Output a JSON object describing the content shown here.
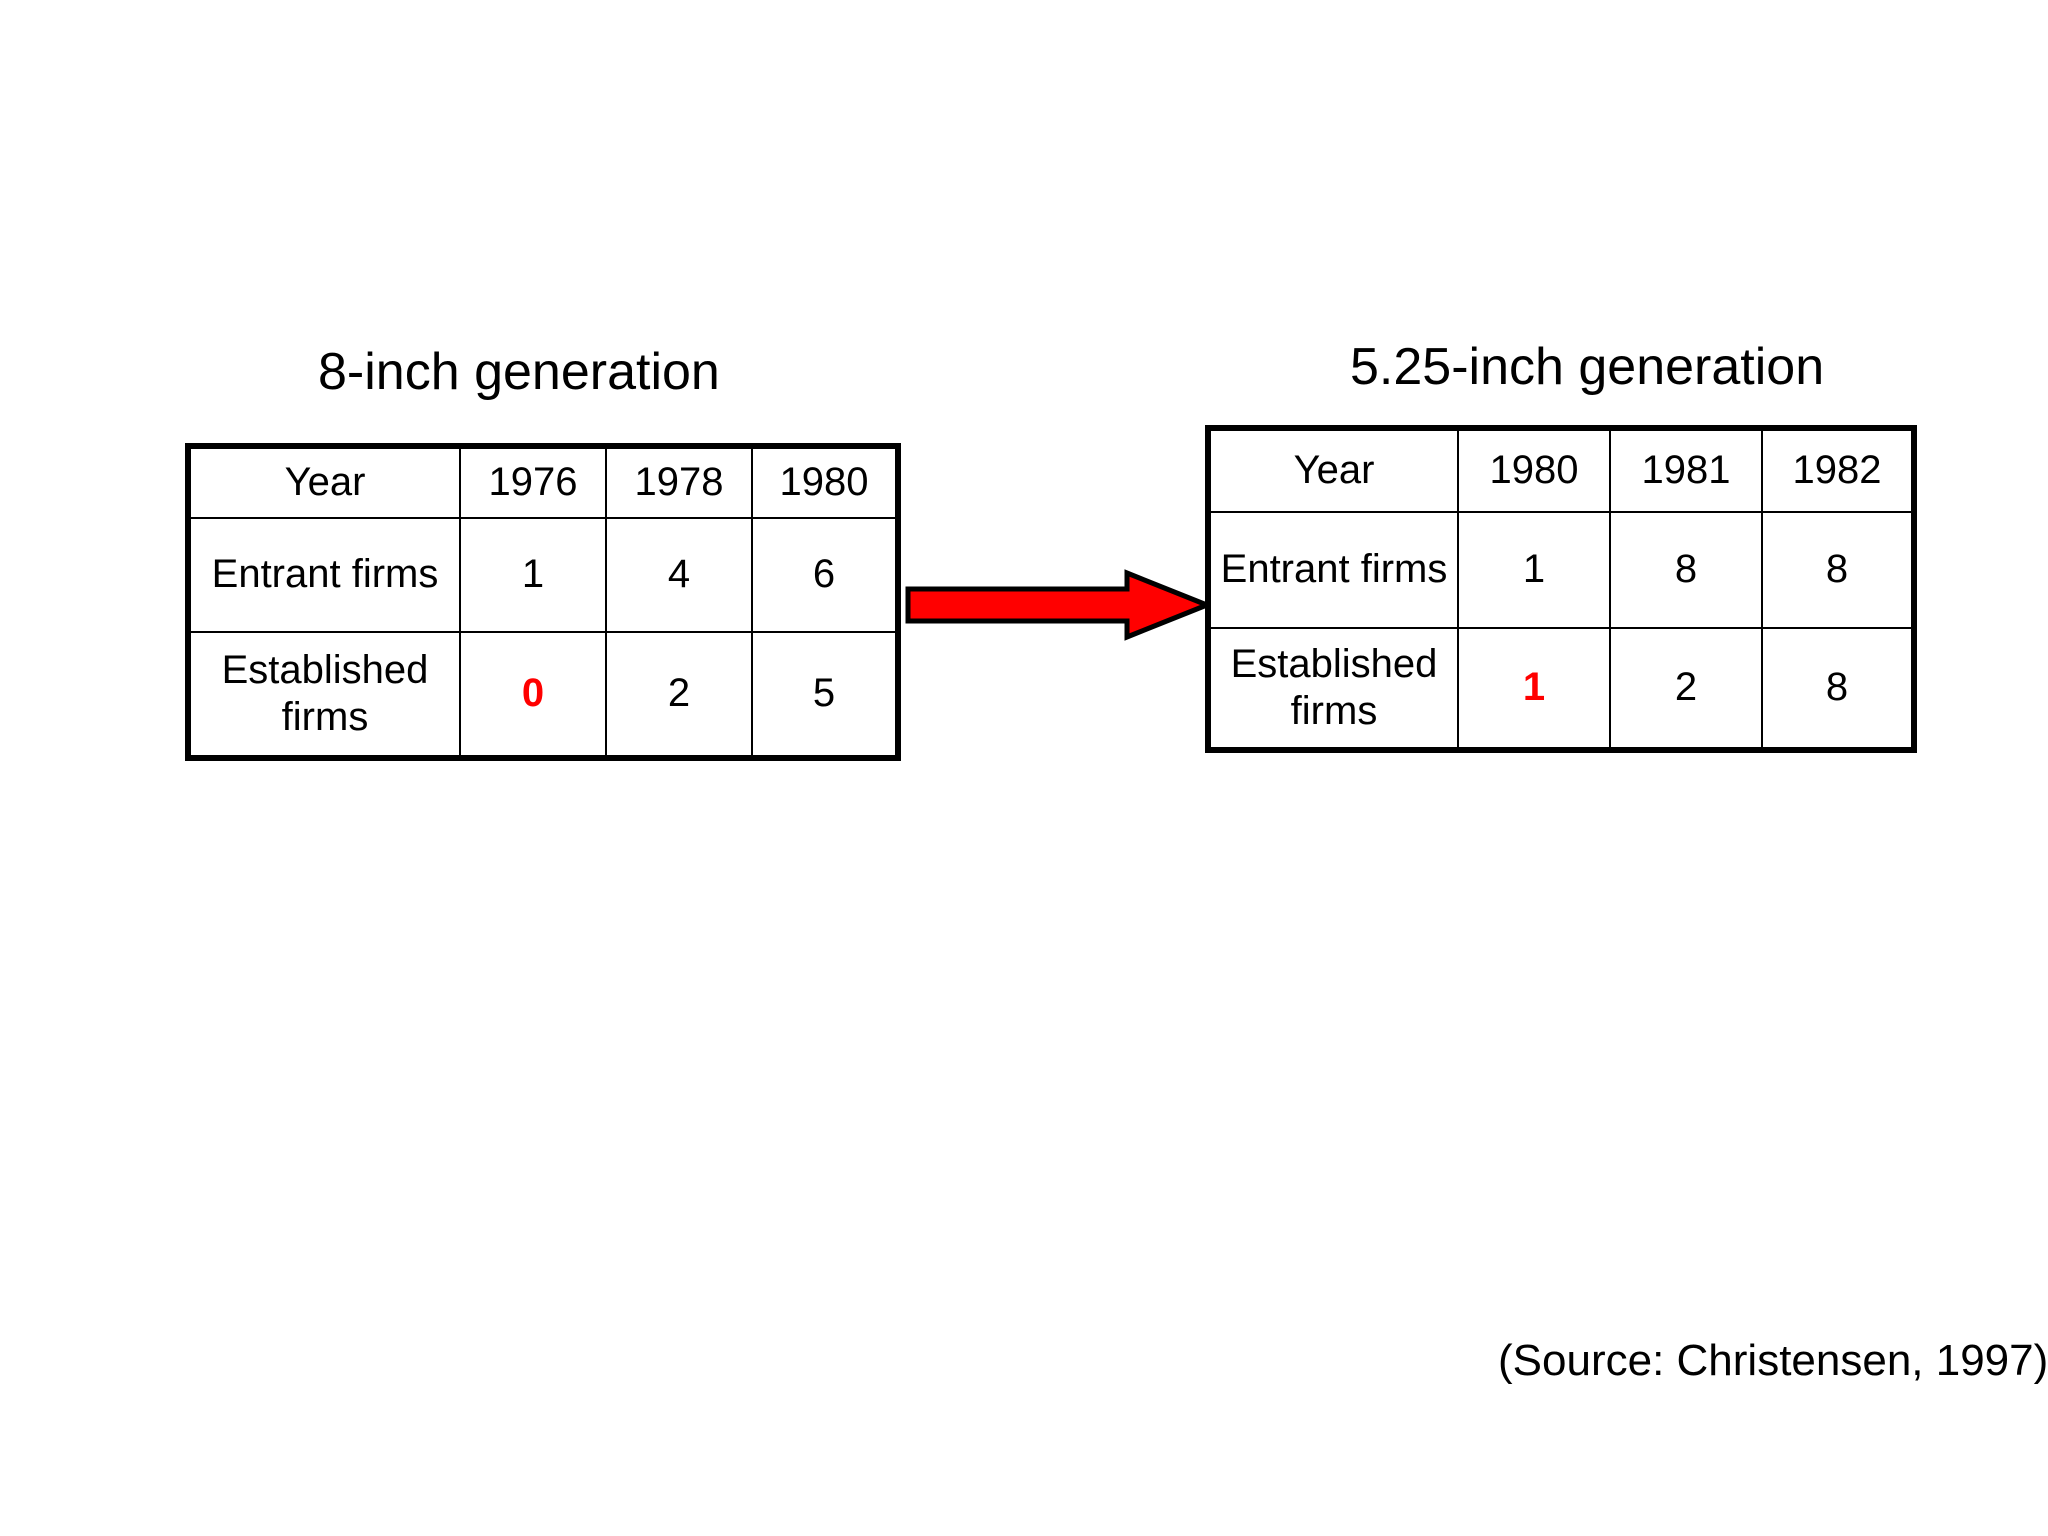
{
  "slide": {
    "background_color": "#ffffff",
    "highlight_color": "#FF0000",
    "arrow_color": "#FF0000",
    "arrow_outline_color": "#000000"
  },
  "left_panel": {
    "title": "8-inch generation",
    "table": {
      "row_label_header": "Year",
      "years": [
        "1976",
        "1978",
        "1980"
      ],
      "rows": [
        {
          "label": "Entrant firms",
          "values": [
            "1",
            "4",
            "6"
          ],
          "highlight_index": -1
        },
        {
          "label": "Established firms",
          "values": [
            "0",
            "2",
            "5"
          ],
          "highlight_index": 0
        }
      ]
    }
  },
  "right_panel": {
    "title": "5.25-inch generation",
    "table": {
      "row_label_header": "Year",
      "years": [
        "1980",
        "1981",
        "1982"
      ],
      "rows": [
        {
          "label": "Entrant firms",
          "values": [
            "1",
            "8",
            "8"
          ],
          "highlight_index": -1
        },
        {
          "label": "Established firms",
          "values": [
            "1",
            "2",
            "8"
          ],
          "highlight_index": 0
        }
      ]
    }
  },
  "arrow": {
    "name": "transition-arrow",
    "direction": "right"
  },
  "source": {
    "text": "(Source: Christensen, 1997)"
  },
  "chart_data": {
    "type": "table",
    "title": "Entrant vs. established firm counts by disk-drive generation",
    "tables": [
      {
        "name": "8-inch generation",
        "columns": [
          "Year",
          "1976",
          "1978",
          "1980"
        ],
        "rows": [
          [
            "Entrant firms",
            1,
            4,
            6
          ],
          [
            "Established firms",
            0,
            2,
            5
          ]
        ],
        "highlighted_cells": [
          {
            "row": "Established firms",
            "column": "1976",
            "value": 0
          }
        ]
      },
      {
        "name": "5.25-inch generation",
        "columns": [
          "Year",
          "1980",
          "1981",
          "1982"
        ],
        "rows": [
          [
            "Entrant firms",
            1,
            8,
            8
          ],
          [
            "Established firms",
            1,
            2,
            8
          ]
        ],
        "highlighted_cells": [
          {
            "row": "Established firms",
            "column": "1980",
            "value": 1
          }
        ]
      }
    ],
    "annotations": [
      "(Source: Christensen, 1997)"
    ]
  }
}
